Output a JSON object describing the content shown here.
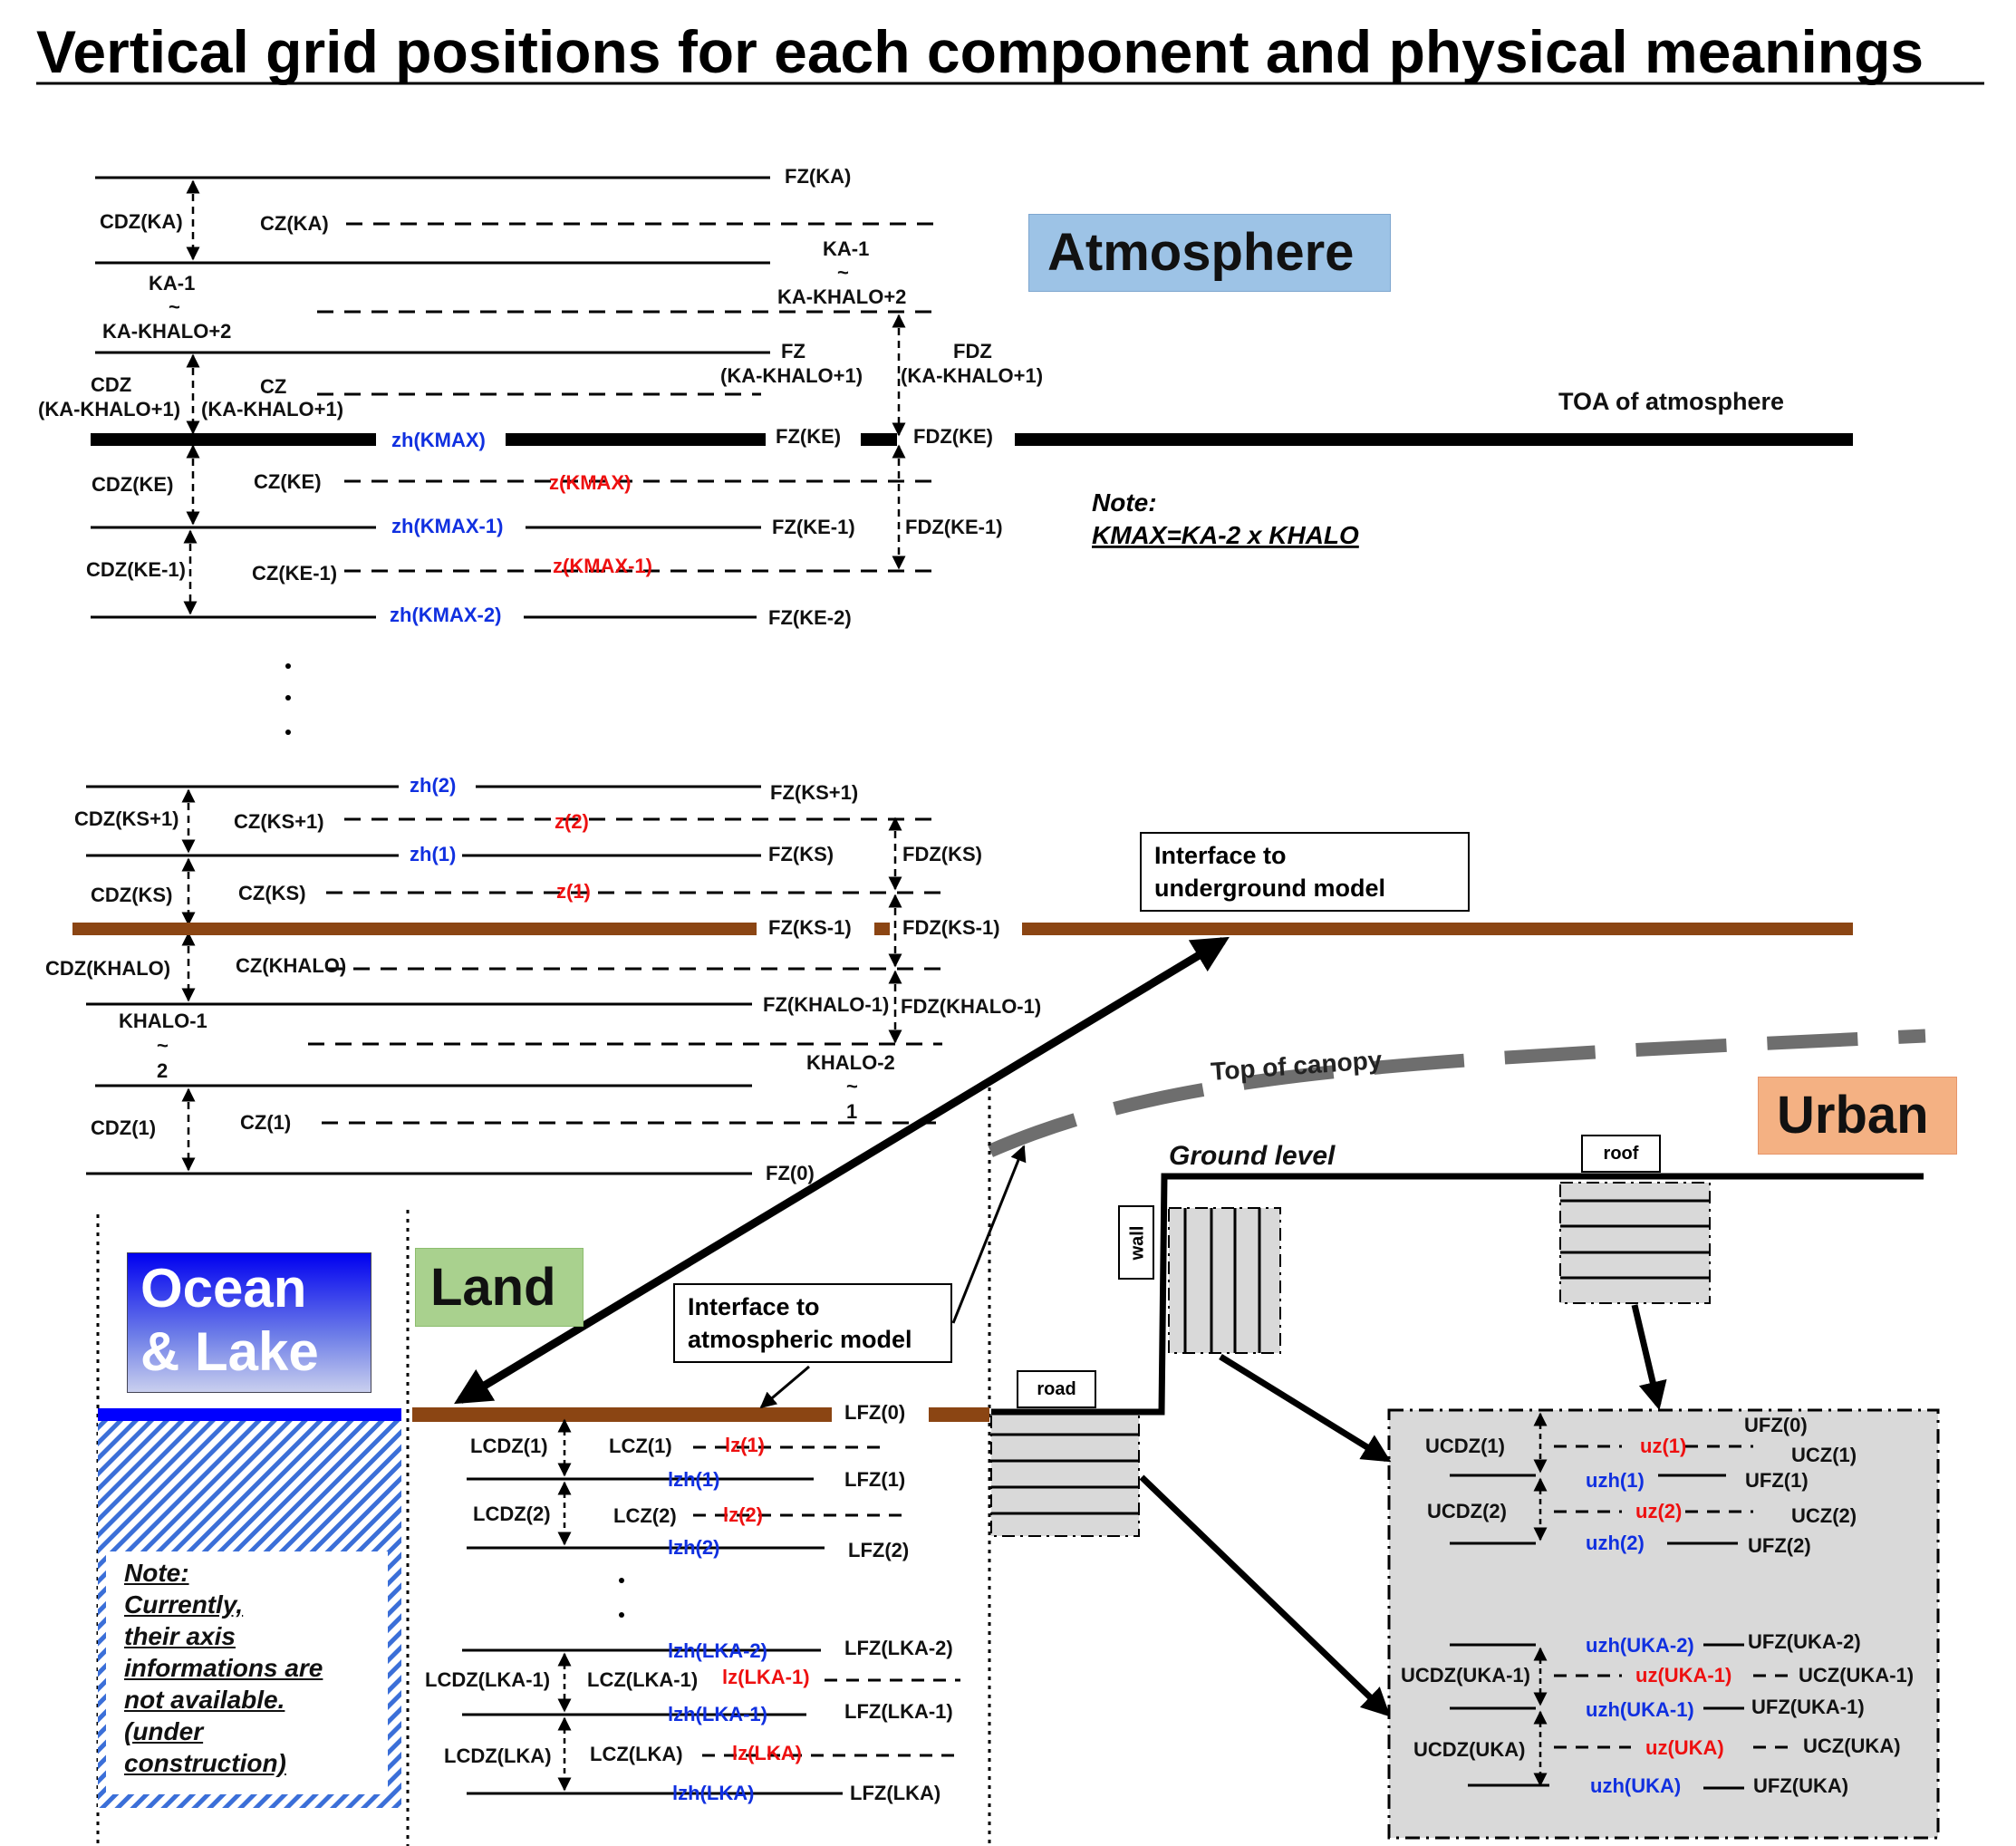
{
  "title": "Vertical grid positions for each component and physical meanings",
  "components": {
    "atmosphere": "Atmosphere",
    "urban": "Urban",
    "ocean_line1": "Ocean",
    "ocean_line2": "& Lake",
    "land": "Land"
  },
  "notes": {
    "kmax_line1": "Note:",
    "kmax_line2": "KMAX=KA-2 x KHALO",
    "ocean": [
      "Note:",
      "Currently,",
      "their axis",
      "informations are",
      "not available.",
      "(under",
      "construction)"
    ]
  },
  "callouts": {
    "underground_line1": "Interface to",
    "underground_line2": "underground model",
    "atmospheric_line1": "Interface to",
    "atmospheric_line2": "atmospheric model",
    "toa": "TOA of atmosphere",
    "top_of_canopy": "Top of canopy",
    "ground_level": "Ground level",
    "roof": "roof",
    "wall": "wall",
    "road": "road"
  },
  "atmosphere": {
    "fz_ka": "FZ(KA)",
    "cdz_ka": "CDZ(KA)",
    "cz_ka": "CZ(KA)",
    "halo_top_l1": "KA-1",
    "halo_tilde": "~",
    "halo_top_l3": "KA-KHALO+2",
    "fz_kahalo1_l1": "FZ",
    "fz_kahalo1_l2": "(KA-KHALO+1)",
    "fdz_kahalo1_l1": "FDZ",
    "fdz_kahalo1_l2": "(KA-KHALO+1)",
    "cdz_kahalo1_l1": "CDZ",
    "cdz_kahalo1_l2": "(KA-KHALO+1)",
    "cz_kahalo1_l1": "CZ",
    "cz_kahalo1_l2": "(KA-KHALO+1)",
    "zh_kmax": "zh(KMAX)",
    "fz_ke": "FZ(KE)",
    "fdz_ke": "FDZ(KE)",
    "cdz_ke": "CDZ(KE)",
    "cz_ke": "CZ(KE)",
    "z_kmax": "z(KMAX)",
    "zh_kmax1": "zh(KMAX-1)",
    "fz_ke1": "FZ(KE-1)",
    "fdz_ke1": "FDZ(KE-1)",
    "cdz_ke1": "CDZ(KE-1)",
    "cz_ke1": "CZ(KE-1)",
    "z_kmax1": "z(KMAX-1)",
    "zh_kmax2": "zh(KMAX-2)",
    "fz_ke2": "FZ(KE-2)",
    "zh_2": "zh(2)",
    "fz_ks1": "FZ(KS+1)",
    "cdz_ks1": "CDZ(KS+1)",
    "cz_ks1": "CZ(KS+1)",
    "z_2": "z(2)",
    "zh_1": "zh(1)",
    "fz_ks": "FZ(KS)",
    "fdz_ks": "FDZ(KS)",
    "cdz_ks": "CDZ(KS)",
    "cz_ks": "CZ(KS)",
    "z_1": "z(1)",
    "fz_ksm1": "FZ(KS-1)",
    "fdz_ksm1": "FDZ(KS-1)",
    "cdz_khalo": "CDZ(KHALO)",
    "cz_khalo": "CZ(KHALO)",
    "fz_khalo1": "FZ(KHALO-1)",
    "fdz_khalo1": "FDZ(KHALO-1)",
    "khalo1_l1": "KHALO-1",
    "khalo1_l3": "2",
    "khalo2_l1": "KHALO-2",
    "khalo2_l3": "1",
    "cdz_1": "CDZ(1)",
    "cz_1": "CZ(1)",
    "fz_0": "FZ(0)"
  },
  "land": {
    "lfz_0": "LFZ(0)",
    "lcdz_1": "LCDZ(1)",
    "lcz_1": "LCZ(1)",
    "lz_1": "lz(1)",
    "lzh_1": "lzh(1)",
    "lfz_1": "LFZ(1)",
    "lcdz_2": "LCDZ(2)",
    "lcz_2": "LCZ(2)",
    "lz_2": "lz(2)",
    "lzh_2": "lzh(2)",
    "lfz_2": "LFZ(2)",
    "lzh_lka2": "lzh(LKA-2)",
    "lfz_lka2": "LFZ(LKA-2)",
    "lcdz_lka1": "LCDZ(LKA-1)",
    "lcz_lka1": "LCZ(LKA-1)",
    "lz_lka1": "lz(LKA-1)",
    "lzh_lka1": "lzh(LKA-1)",
    "lfz_lka1": "LFZ(LKA-1)",
    "lcdz_lka": "LCDZ(LKA)",
    "lcz_lka": "LCZ(LKA)",
    "lz_lka": "lz(LKA)",
    "lzh_lka": "lzh(LKA)",
    "lfz_lka": "LFZ(LKA)"
  },
  "urban": {
    "ufz_0": "UFZ(0)",
    "ucdz_1": "UCDZ(1)",
    "uz_1": "uz(1)",
    "ucz_1": "UCZ(1)",
    "uzh_1": "uzh(1)",
    "ufz_1": "UFZ(1)",
    "ucdz_2": "UCDZ(2)",
    "uz_2": "uz(2)",
    "ucz_2": "UCZ(2)",
    "uzh_2": "uzh(2)",
    "ufz_2": "UFZ(2)",
    "uzh_uka2": "uzh(UKA-2)",
    "ufz_uka2": "UFZ(UKA-2)",
    "ucdz_uka1": "UCDZ(UKA-1)",
    "uz_uka1": "uz(UKA-1)",
    "ucz_uka1": "UCZ(UKA-1)",
    "uzh_uka1": "uzh(UKA-1)",
    "ufz_uka1": "UFZ(UKA-1)",
    "ucdz_uka": "UCDZ(UKA)",
    "uz_uka": "uz(UKA)",
    "ucz_uka": "UCZ(UKA)",
    "uzh_uka": "uzh(UKA)",
    "ufz_uka": "UFZ(UKA)"
  },
  "colors": {
    "halo_label_blue": "#1030e0",
    "full_label_red": "#ee1010",
    "atmosphere_box": "#9dc3e6",
    "urban_box": "#f4b183",
    "land_box": "#a9d18e",
    "ocean_blue": "#0000ff",
    "soil_brown": "#8b4513",
    "canopy_gray": "#6e6e6e",
    "gray_fill": "#d9d9d9"
  },
  "icons": {
    "vertical_dots": "ellipsis-vertical"
  }
}
